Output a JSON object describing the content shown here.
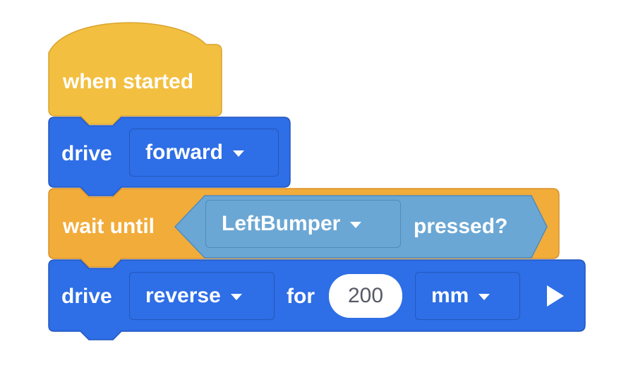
{
  "colors": {
    "hat_yellow": "#f3bf40",
    "motion_blue": "#2e6ee6",
    "control_orange": "#f2ac3a",
    "sensing_cyan": "#6ba7d4"
  },
  "blocks": {
    "when_started": {
      "label": "when started"
    },
    "drive_forward": {
      "label": "drive",
      "direction": "forward"
    },
    "wait_until": {
      "label": "wait until",
      "sensor": "LeftBumper",
      "condition": "pressed?"
    },
    "drive_for": {
      "label": "drive",
      "direction": "reverse",
      "for_label": "for",
      "distance": "200",
      "unit": "mm",
      "run_icon": "play-icon"
    }
  }
}
